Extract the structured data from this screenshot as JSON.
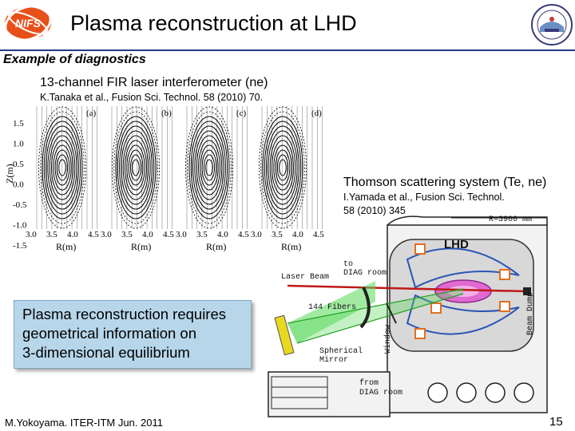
{
  "slide": {
    "title": "Plasma reconstruction at LHD",
    "section_label": "Example of diagnostics",
    "fir": {
      "title": "13-channel FIR laser interferometer (ne)",
      "reference": "K.Tanaka et al., Fusion Sci. Technol. 58 (2010) 70.",
      "panel_labels": [
        "(a)",
        "(b)",
        "(c)",
        "(d)"
      ],
      "ylabel": "Z(m)",
      "xlabel": "R(m)",
      "yticks": [
        "1.5",
        "1.0",
        "0.5",
        "0.0",
        "-0.5",
        "-1.0",
        "-1.5"
      ],
      "xticks": [
        "3.0",
        "3.5",
        "4.0",
        "4.5"
      ]
    },
    "thomson": {
      "title": "Thomson scattering system (Te, ne)",
      "reference_line1": "I.Yamada et al., Fusion Sci. Technol.",
      "reference_line2": "58 (2010) 345",
      "labels": {
        "r": "R=3900 mm",
        "lhd": "LHD",
        "to_diag": "to",
        "to_diag2": "DIAG room",
        "laser_beam": "Laser Beam",
        "fibers": "144 Fibers",
        "window": "Window",
        "spherical": "Spherical",
        "mirror": "Mirror",
        "from_diag": "from",
        "from_diag2": "DIAG room",
        "beam_dump": "Beam Dump"
      }
    },
    "callout": {
      "line1": "Plasma reconstruction requires",
      "line2": "geometrical information on",
      "line3": "3-dimensional equilibrium"
    },
    "footer_text": "M.Yokoyama. ITER-ITM Jun. 2011",
    "page_number": "15",
    "logo_left_text": "NIFS"
  }
}
